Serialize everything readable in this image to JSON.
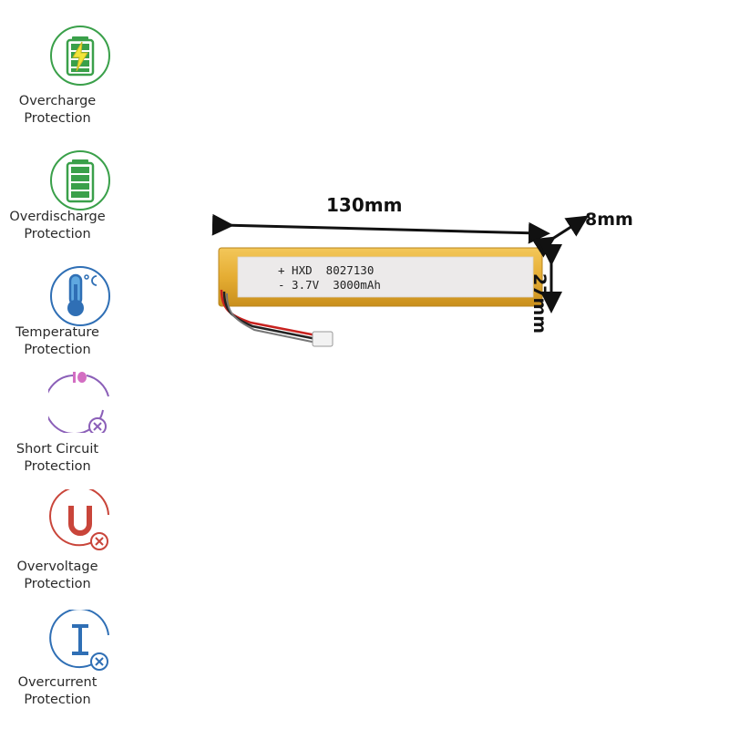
{
  "features": [
    {
      "icon": "battery-charging-icon",
      "line1": "Overcharge",
      "line2": "Protection",
      "color": "#3aa04a"
    },
    {
      "icon": "battery-full-icon",
      "line1": "Overdischarge",
      "line2": "Protection",
      "color": "#3aa04a"
    },
    {
      "icon": "thermometer-icon",
      "line1": "Temperature",
      "line2": "Protection",
      "color": "#2f6fb5"
    },
    {
      "icon": "short-circuit-icon",
      "line1": "Short Circuit",
      "line2": "Protection",
      "color": "#8b5fb8"
    },
    {
      "icon": "overvoltage-icon",
      "line1": "Overvoltage",
      "line2": "Protection",
      "color": "#c9453a"
    },
    {
      "icon": "overcurrent-icon",
      "line1": "Overcurrent",
      "line2": "Protection",
      "color": "#2f6fb5"
    }
  ],
  "dimensions": {
    "length": "130mm",
    "thickness": "8mm",
    "width": "27mm"
  },
  "battery_label": {
    "line1": "+ HXD  8027130",
    "line2": "- 3.7V  3000mAh"
  },
  "colors": {
    "battery_body": "#e8b33a",
    "battery_label": "#eceaea"
  }
}
